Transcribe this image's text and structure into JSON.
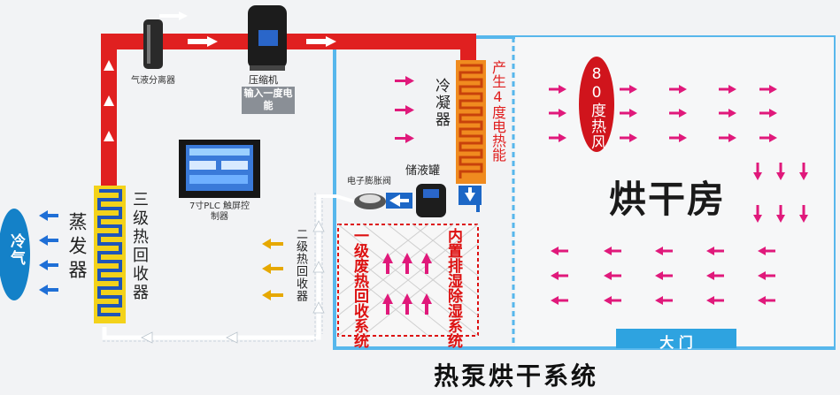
{
  "labels": {
    "gas_liquid_separator": "气液分离器",
    "compressor": "压缩机",
    "compressor_input": "输入一度电能",
    "condenser": "冷凝器",
    "heat_generated": "产生4度电热能",
    "plc": "7寸PLC 触屏控制器",
    "expansion_valve": "电子膨胀阀",
    "receiver": "储液罐",
    "third_recovery": "三级热回收器",
    "evaporator": "蒸发器",
    "cold_air": "冷气",
    "second_recovery": "二级热回收器",
    "first_recovery": "一级废热回收系统",
    "builtin_dehumid": "内置排湿除湿系统",
    "hot_air": "80度热风",
    "drying_room": "烘干房",
    "gate": "大 门",
    "title": "热泵烘干系统"
  },
  "colors": {
    "pipe_red": "#e02020",
    "room_border": "#57b7ec",
    "arrow_pink": "#e0197b",
    "arrow_blue": "#1f6fd6",
    "arrow_gold": "#e6a800",
    "cold_bubble": "#1481c8",
    "hot_bubble": "#d0141c",
    "gate_bg": "#2ea3e0"
  }
}
